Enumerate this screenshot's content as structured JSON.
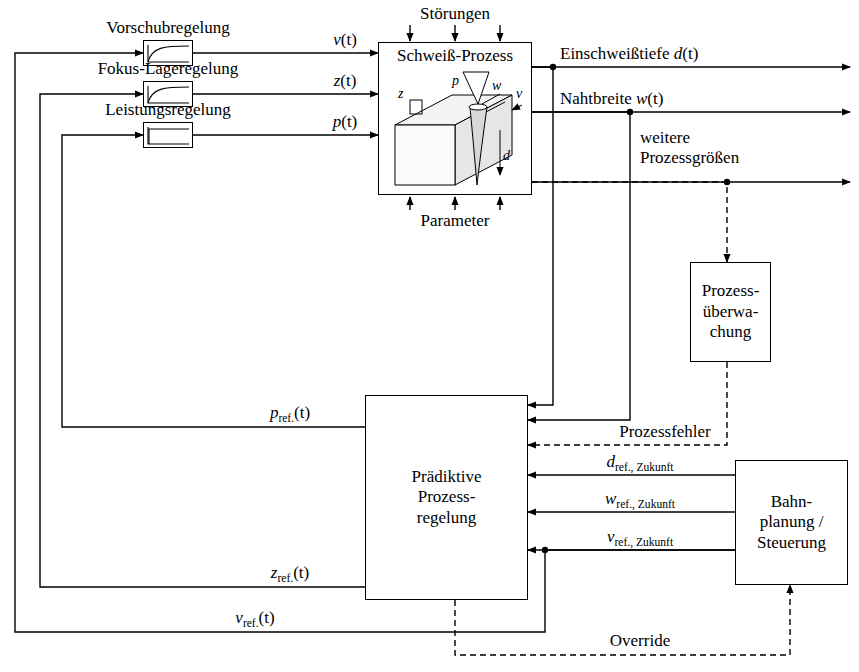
{
  "diagram": {
    "nodes": [
      {
        "text": [
          "Vorschubregelung"
        ]
      },
      {
        "text": [
          "Fokus-Lageregelung"
        ]
      },
      {
        "text": [
          "Leistungsregelung"
        ]
      },
      {
        "text": [
          "Schweiß-Prozess"
        ]
      },
      {
        "text": [
          "Prozess- überwa- chung"
        ]
      },
      {
        "text": [
          "Prädiktive Prozess- regelung"
        ]
      },
      {
        "text": [
          "Bahn- planung / Steuerung"
        ]
      }
    ],
    "edges": [
      {
        "from": 0,
        "to": 3,
        "arrow": "to",
        "label": "v(t)"
      },
      {
        "from": 1,
        "to": 3,
        "arrow": "to",
        "label": "z(t)"
      },
      {
        "from": 2,
        "to": 3,
        "arrow": "to",
        "label": "p(t)"
      },
      {
        "from": 3,
        "to": 5,
        "arrow": "to"
      },
      {
        "from": 3,
        "to": 5,
        "arrow": "to"
      },
      {
        "from": 3,
        "to": 4,
        "arrow": "to"
      },
      {
        "from": 4,
        "to": 5,
        "arrow": "to",
        "label": "Prozessfehler"
      },
      {
        "from": 6,
        "to": 5,
        "arrow": "to",
        "label": "dref., Zukunft"
      },
      {
        "from": 6,
        "to": 5,
        "arrow": "to",
        "label": "wref., Zukunft"
      },
      {
        "from": 6,
        "to": 5,
        "arrow": "to",
        "label": "vref., Zukunft"
      },
      {
        "from": 6,
        "to": 0,
        "arrow": "to",
        "label": "vref.(t)"
      },
      {
        "from": 5,
        "to": 2,
        "arrow": "to",
        "label": "pref.(t)"
      },
      {
        "from": 5,
        "to": 1,
        "arrow": "to",
        "label": "zref.(t)"
      },
      {
        "from": 5,
        "to": 6,
        "arrow": "to",
        "label": "Override"
      }
    ],
    "labels": [
      "Störungen",
      "Parameter",
      "Einschweißtiefe d(t)",
      "Nahtbreite w(t)",
      "weitere Prozessgrößen",
      "p",
      "z",
      "w",
      "v",
      "d"
    ]
  }
}
